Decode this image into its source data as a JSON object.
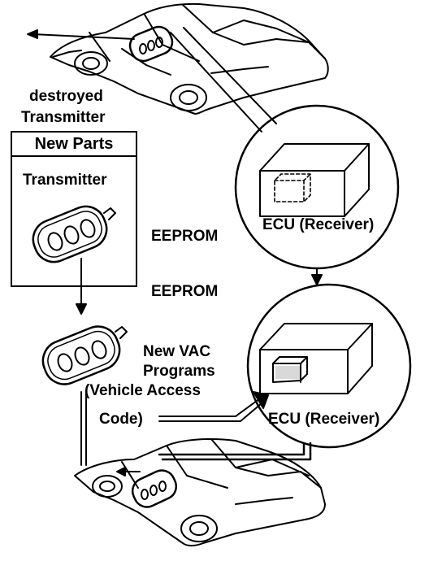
{
  "labels": {
    "destroyed": "destroyed",
    "transmitter_old": "Transmitter",
    "new_parts": "New Parts",
    "transmitter_new": "Transmitter",
    "eeprom_1": "EEPROM",
    "eeprom_2": "EEPROM",
    "ecu_top": "ECU (Receiver)",
    "ecu_bottom": "ECU (Receiver)",
    "vac_line1": "New VAC",
    "vac_line2": "Programs",
    "vac_line3": "(Vehicle Access",
    "vac_line4": "Code)"
  },
  "colors": {
    "ink": "#000000",
    "paper": "#ffffff"
  }
}
